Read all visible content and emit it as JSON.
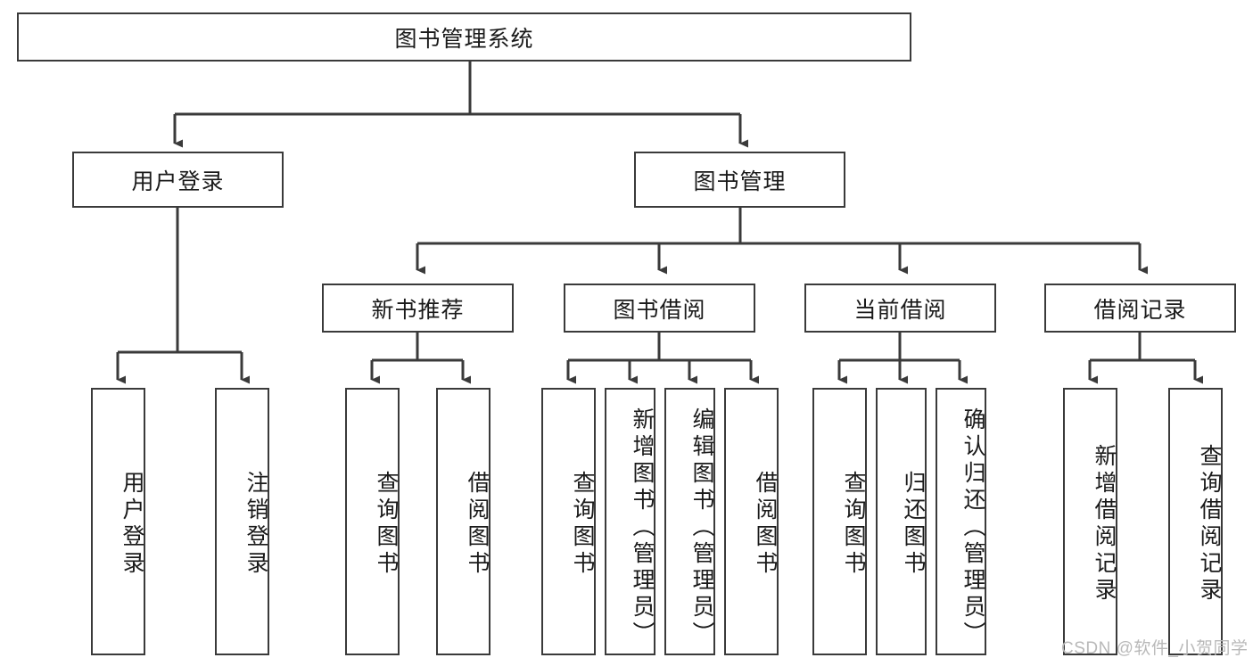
{
  "diagram": {
    "title": "图书管理系统",
    "type": "hierarchy-tree",
    "root": {
      "label": "图书管理系统"
    },
    "level2": [
      {
        "label": "用户登录"
      },
      {
        "label": "图书管理"
      }
    ],
    "level3": [
      {
        "label": "新书推荐"
      },
      {
        "label": "图书借阅"
      },
      {
        "label": "当前借阅"
      },
      {
        "label": "借阅记录"
      }
    ],
    "leaves": {
      "user_login": [
        {
          "label": "用户登录"
        },
        {
          "label": "注销登录"
        }
      ],
      "new_book_recommend": [
        {
          "label": "查询图书"
        },
        {
          "label": "借阅图书"
        }
      ],
      "book_borrow": [
        {
          "label": "查询图书"
        },
        {
          "label": "新增图书（管理员）"
        },
        {
          "label": "编辑图书（管理员）"
        },
        {
          "label": "借阅图书"
        }
      ],
      "current_borrow": [
        {
          "label": "查询图书"
        },
        {
          "label": "归还图书"
        },
        {
          "label": "确认归还（管理员）"
        }
      ],
      "borrow_record": [
        {
          "label": "新增借阅记录"
        },
        {
          "label": "查询借阅记录"
        }
      ]
    }
  },
  "watermark": {
    "text": "CSDN @软件_小贺同学"
  },
  "colors": {
    "border": "#3a3a3a",
    "background": "#ffffff",
    "text": "#1a1a1a",
    "watermark": "#b9b9b9"
  }
}
